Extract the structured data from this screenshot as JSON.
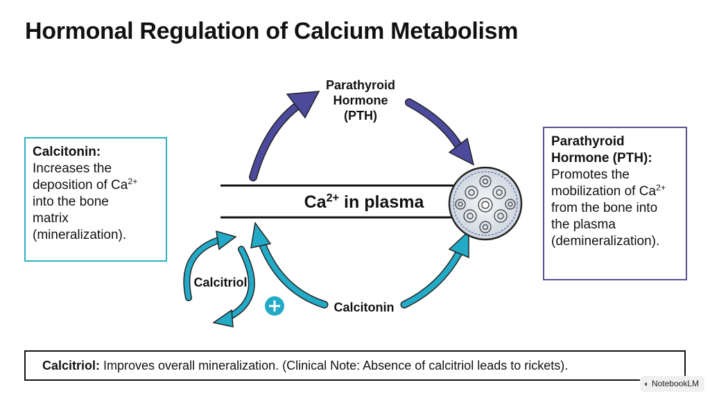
{
  "title": "Hormonal Regulation of Calcium Metabolism",
  "left_box": {
    "heading": "Calcitonin:",
    "text_1": "Increases the",
    "text_2": "deposition of Ca",
    "superscript": "2+",
    "text_3": "into the bone",
    "text_4": "matrix",
    "text_5": "(mineralization)."
  },
  "right_box": {
    "heading_1": "Parathyroid",
    "heading_2": "Hormone (PTH):",
    "text_1": "Promotes the",
    "text_2": "mobilization of Ca",
    "superscript": "2+",
    "text_3": "from the bone into",
    "text_4": "the plasma",
    "text_5": "(demineralization)."
  },
  "diagram": {
    "pth_label_1": "Parathyroid",
    "pth_label_2": "Hormone",
    "pth_label_3": "(PTH)",
    "plasma_label_pre": "Ca",
    "plasma_label_sup": "2+",
    "plasma_label_post": " in plasma",
    "calcitriol_label": "Calcitriol",
    "calcitonin_label": "Calcitonin",
    "plus_sign": "+"
  },
  "bottom_box": {
    "heading": "Calcitriol:",
    "text": " Improves overall mineralization. (Clinical Note: Absence of calcitriol leads to rickets)."
  },
  "badge": {
    "label": "NotebookLM"
  },
  "colors": {
    "pth_arrow": "#4c4a9c",
    "calcium_arrow": "#23aac6",
    "left_border": "#2bb0c4",
    "right_border": "#55508e"
  },
  "icons": [
    "bone-cross-section-icon",
    "plus-icon",
    "notebooklm-logo-icon"
  ]
}
